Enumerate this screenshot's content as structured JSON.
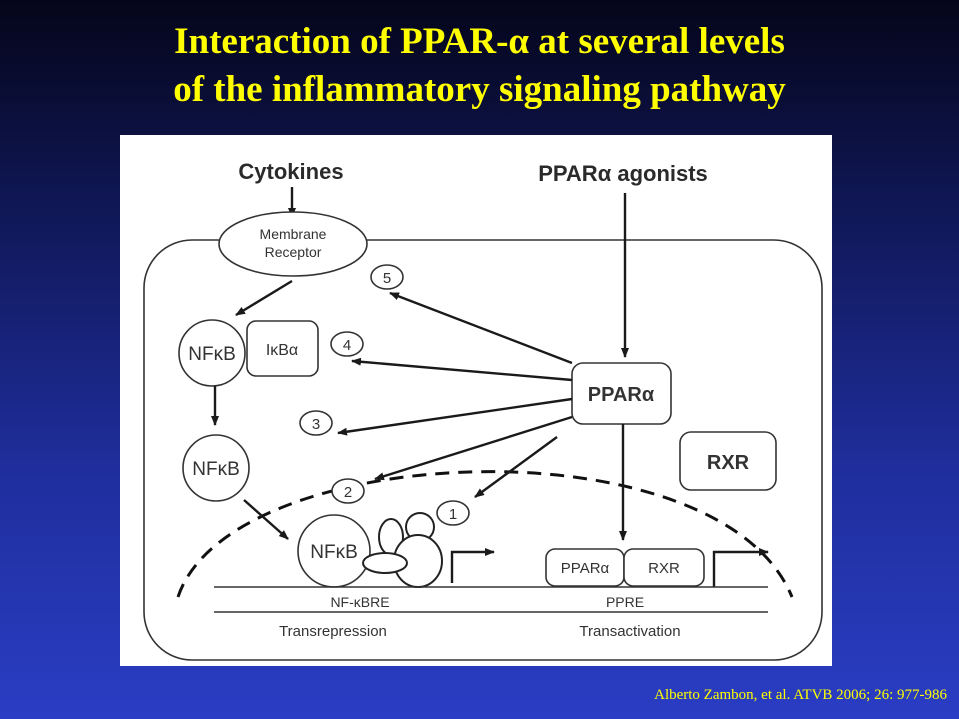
{
  "slide": {
    "title_line1": "Interaction of PPAR-α at several levels",
    "title_line2": "of the inflammatory signaling pathway",
    "citation": "Alberto Zambon, et al.  ATVB 2006; 26: 977-986"
  },
  "diagram": {
    "cytokines": "Cytokines",
    "agonists": "PPARα agonists",
    "membrane_receptor_line1": "Membrane",
    "membrane_receptor_line2": "Receptor",
    "nfkb": "NFκB",
    "ikba": "IκBα",
    "ppara": "PPARα",
    "rxr": "RXR",
    "nfkb_bre": "NF-κBRE",
    "ppre": "PPRE",
    "transrepression": "Transrepression",
    "transactivation": "Transactivation",
    "step_numbers": [
      "1",
      "2",
      "3",
      "4",
      "5"
    ]
  }
}
